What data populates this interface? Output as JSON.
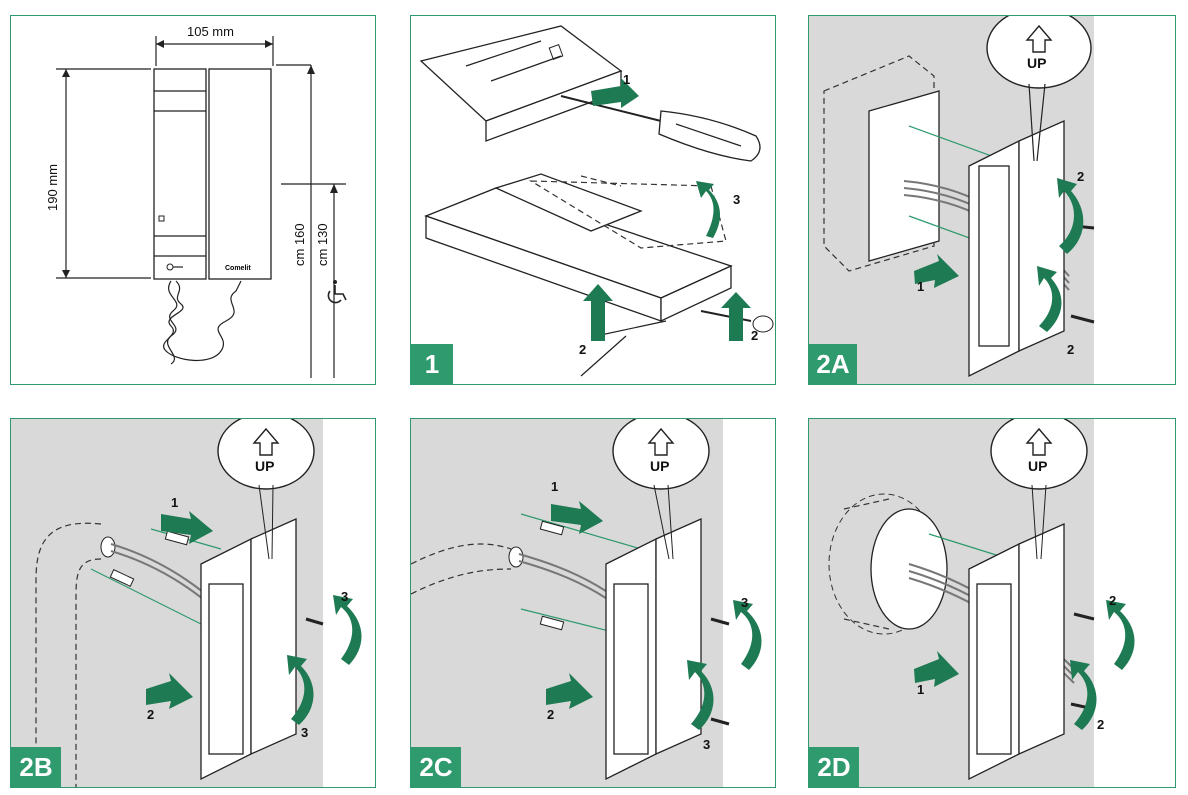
{
  "panels": [
    {
      "id": "dimensions",
      "texts": {
        "width": "105 mm",
        "height": "190 mm",
        "mount_high": "cm 160",
        "mount_low": "cm 130",
        "brand": "Comelit"
      }
    },
    {
      "id": "step-1",
      "badge": "1",
      "labels": [
        "1",
        "2",
        "2",
        "3"
      ]
    },
    {
      "id": "step-2a",
      "badge": "2A",
      "up": "UP",
      "labels": [
        "1",
        "2",
        "2"
      ]
    },
    {
      "id": "step-2b",
      "badge": "2B",
      "up": "UP",
      "labels": [
        "1",
        "2",
        "3",
        "3"
      ]
    },
    {
      "id": "step-2c",
      "badge": "2C",
      "up": "UP",
      "labels": [
        "1",
        "2",
        "3",
        "3"
      ]
    },
    {
      "id": "step-2d",
      "badge": "2D",
      "up": "UP",
      "labels": [
        "1",
        "2",
        "2"
      ]
    }
  ],
  "colors": {
    "accent": "#2e9a6e",
    "arrow": "#1e7a53",
    "wall": "#d9d9d9"
  },
  "icons": {
    "wheelchair": "wheelchair-icon",
    "up": "up-arrow-icon"
  }
}
